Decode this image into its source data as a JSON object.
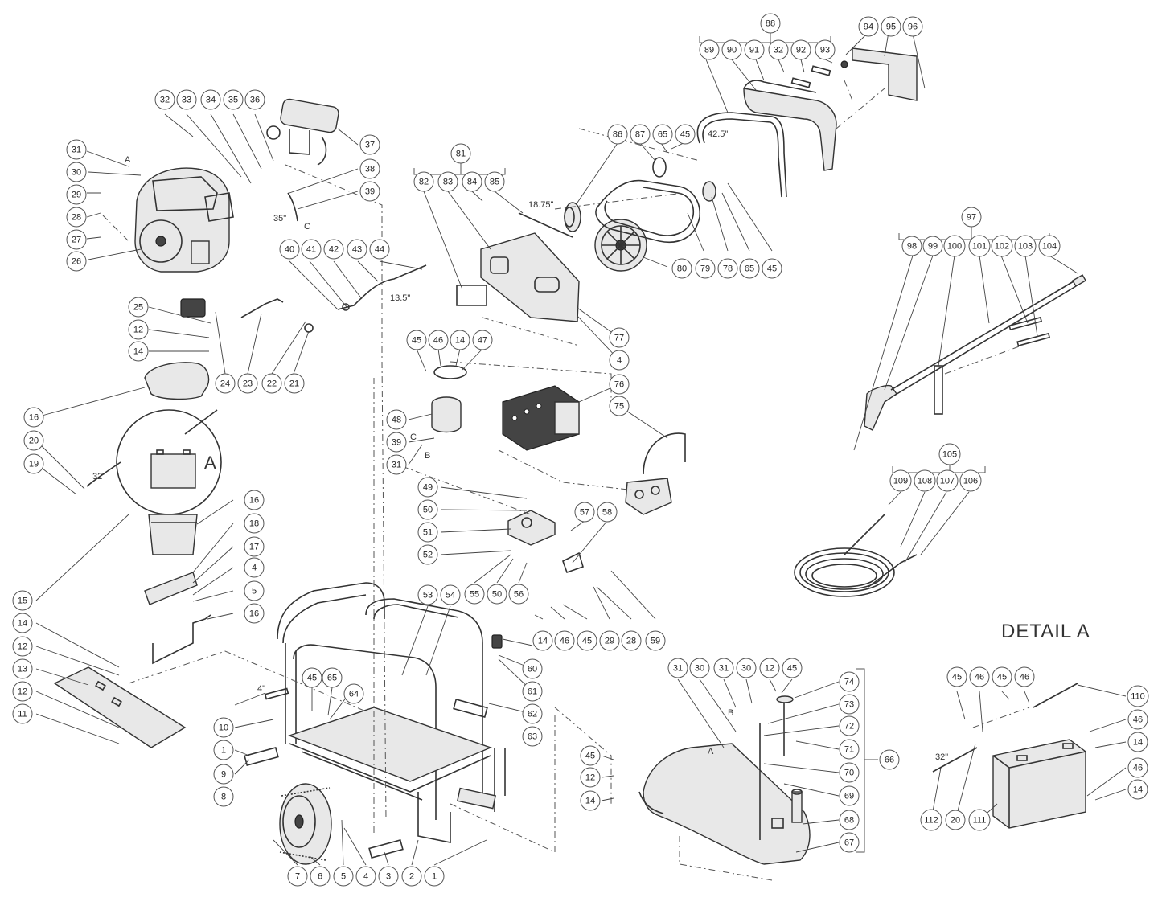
{
  "detail_title": "DETAIL  A",
  "detail_marker": "A",
  "dimensions": [
    "42.5\"",
    "18.75\"",
    "13.5\"",
    "35\"",
    "32\"",
    "4\"",
    "32\""
  ],
  "letters": [
    "A",
    "C",
    "C",
    "B",
    "B",
    "A"
  ],
  "callouts": [
    "88",
    "94",
    "95",
    "96",
    "89",
    "90",
    "91",
    "32",
    "92",
    "93",
    "86",
    "87",
    "65",
    "45",
    "81",
    "82",
    "83",
    "84",
    "85",
    "80",
    "79",
    "78",
    "65",
    "45",
    "97",
    "98",
    "99",
    "100",
    "101",
    "102",
    "103",
    "104",
    "32",
    "33",
    "34",
    "35",
    "36",
    "37",
    "31",
    "30",
    "29",
    "28",
    "27",
    "26",
    "38",
    "39",
    "40",
    "41",
    "42",
    "43",
    "44",
    "25",
    "12",
    "14",
    "24",
    "23",
    "22",
    "21",
    "45",
    "46",
    "14",
    "47",
    "77",
    "4",
    "76",
    "75",
    "16",
    "48",
    "39",
    "31",
    "20",
    "19",
    "49",
    "50",
    "51",
    "52",
    "55",
    "50",
    "56",
    "57",
    "58",
    "105",
    "109",
    "108",
    "107",
    "106",
    "16",
    "18",
    "17",
    "4",
    "5",
    "16",
    "15",
    "14",
    "12",
    "13",
    "12",
    "11",
    "53",
    "54",
    "28",
    "29",
    "45",
    "46",
    "14",
    "59",
    "60",
    "61",
    "62",
    "63",
    "10",
    "1",
    "9",
    "8",
    "45",
    "65",
    "64",
    "31",
    "30",
    "31",
    "30",
    "12",
    "45",
    "74",
    "73",
    "72",
    "71",
    "70",
    "69",
    "68",
    "67",
    "66",
    "45",
    "12",
    "14",
    "7",
    "6",
    "5",
    "4",
    "3",
    "2",
    "1",
    "45",
    "46",
    "45",
    "46",
    "110",
    "46",
    "14",
    "46",
    "14",
    "112",
    "20",
    "111"
  ]
}
